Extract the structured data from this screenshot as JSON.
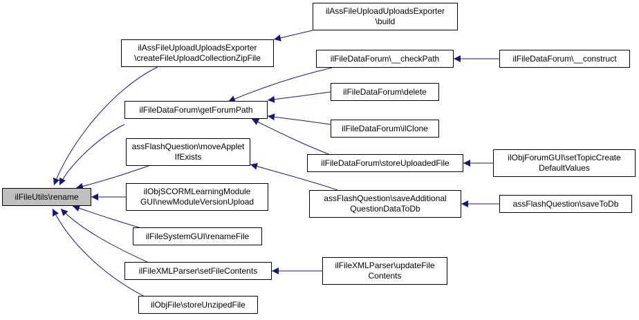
{
  "colors": {
    "edge": "#191970",
    "root_fill": "#bfbfbf",
    "node_fill": "#ffffff",
    "border": "#000000"
  },
  "nodes": {
    "root": [
      "ilFileUtils\\rename"
    ],
    "assFileUploadExporter_create": [
      "ilAssFileUploadUploadsExporter",
      "\\createFileUploadCollectionZipFile"
    ],
    "assFileUploadExporter_build": [
      "ilAssFileUploadUploadsExporter",
      "\\build"
    ],
    "forum_getForumPath": [
      "ilFileDataForum\\getForumPath"
    ],
    "forum_checkPath": [
      "ilFileDataForum\\__checkPath"
    ],
    "forum_construct": [
      "ilFileDataForum\\__construct"
    ],
    "forum_delete": [
      "ilFileDataForum\\delete"
    ],
    "forum_ilClone": [
      "ilFileDataForum\\ilClone"
    ],
    "forum_storeUploadedFile": [
      "ilFileDataForum\\storeUploadedFile"
    ],
    "forumgui_setTopicCreate": [
      "ilObjForumGUI\\setTopicCreate",
      "DefaultValues"
    ],
    "flash_moveApplet": [
      "assFlashQuestion\\moveApplet",
      "IfExists"
    ],
    "flash_saveAdditional": [
      "assFlashQuestion\\saveAdditional",
      "QuestionDataToDb"
    ],
    "flash_saveToDb": [
      "assFlashQuestion\\saveToDb"
    ],
    "scorm_newModuleVersion": [
      "ilObjSCORMLearningModule",
      "GUI\\newModuleVersionUpload"
    ],
    "systemgui_renameFile": [
      "ilFileSystemGUI\\renameFile"
    ],
    "xml_setFileContents": [
      "ilFileXMLParser\\setFileContents"
    ],
    "xml_updateFileContents": [
      "ilFileXMLParser\\updateFile",
      "Contents"
    ],
    "objfile_storeUnziped": [
      "ilObjFile\\storeUnzipedFile"
    ]
  }
}
